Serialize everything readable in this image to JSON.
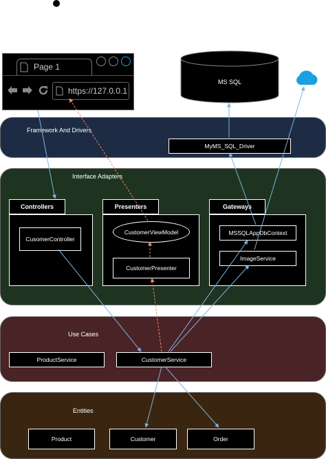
{
  "browser": {
    "tab_label": "Page 1",
    "address": "https://127.0.0.1"
  },
  "database": {
    "label": "MS SQL"
  },
  "layers": {
    "framework": {
      "title": "Framework And Drivers",
      "driver": "MyMS_SQL_Driver"
    },
    "adapters": {
      "title": "Interface Adapters",
      "controllers": {
        "title": "Controllers",
        "items": [
          "CusomerController"
        ]
      },
      "presenters": {
        "title": "Presenters",
        "items": [
          "CustomerViewModel",
          "CustomerPresenter"
        ]
      },
      "gateways": {
        "title": "Gateways",
        "items": [
          "MSSQLAppDbContext",
          "ImageService"
        ]
      }
    },
    "usecases": {
      "title": "Use Cases",
      "items": [
        "ProductService",
        "CustomerService"
      ]
    },
    "entities": {
      "title": "Entities",
      "items": [
        "Product",
        "Customer",
        "Order"
      ]
    }
  },
  "colors": {
    "framework_bg": "#1d2b45",
    "adapters_bg": "#1e3420",
    "usecases_bg": "#4a2326",
    "entities_bg": "#3a2510",
    "arrow_blue": "#7db3e0",
    "arrow_orange": "#f08a5d",
    "cloud": "#1ba1e2"
  }
}
